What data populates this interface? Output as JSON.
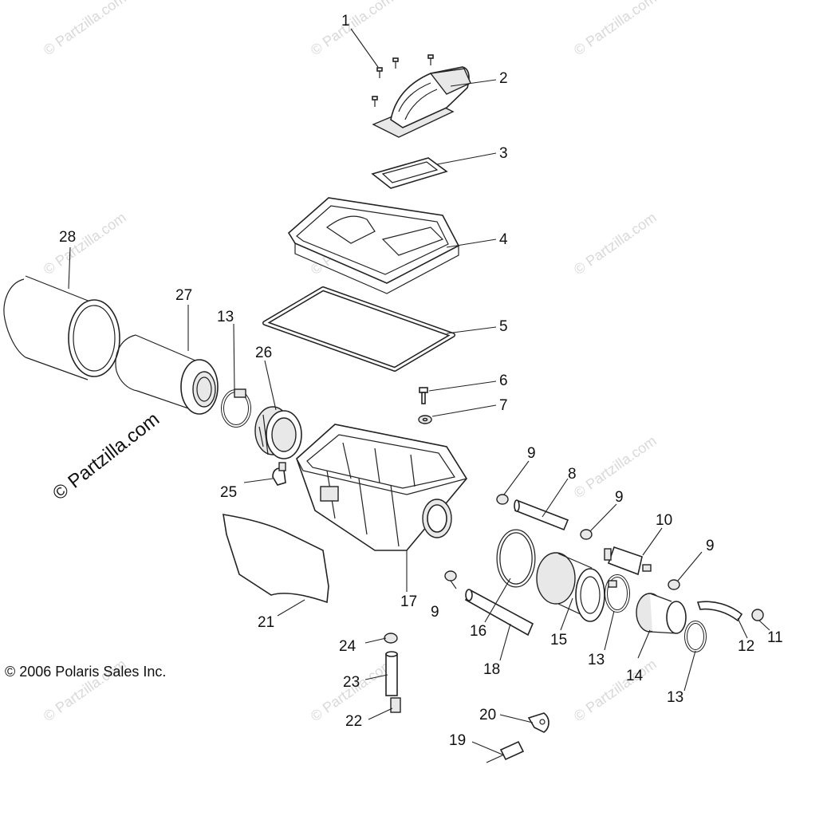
{
  "callouts": {
    "c1": "1",
    "c2": "2",
    "c3": "3",
    "c4": "4",
    "c5": "5",
    "c6": "6",
    "c7": "7",
    "c8": "8",
    "c9a": "9",
    "c9b": "9",
    "c9c": "9",
    "c9d": "9",
    "c10": "10",
    "c11": "11",
    "c12": "12",
    "c13a": "13",
    "c13b": "13",
    "c13c": "13",
    "c14": "14",
    "c15": "15",
    "c16": "16",
    "c17": "17",
    "c18": "18",
    "c19": "19",
    "c20": "20",
    "c21": "21",
    "c22": "22",
    "c23": "23",
    "c24": "24",
    "c25": "25",
    "c26": "26",
    "c27": "27",
    "c28": "28"
  },
  "copyright": "© 2006 Polaris Sales Inc.",
  "watermark_main": "© Partzilla.com",
  "watermark_faint": "© Partzilla.com"
}
